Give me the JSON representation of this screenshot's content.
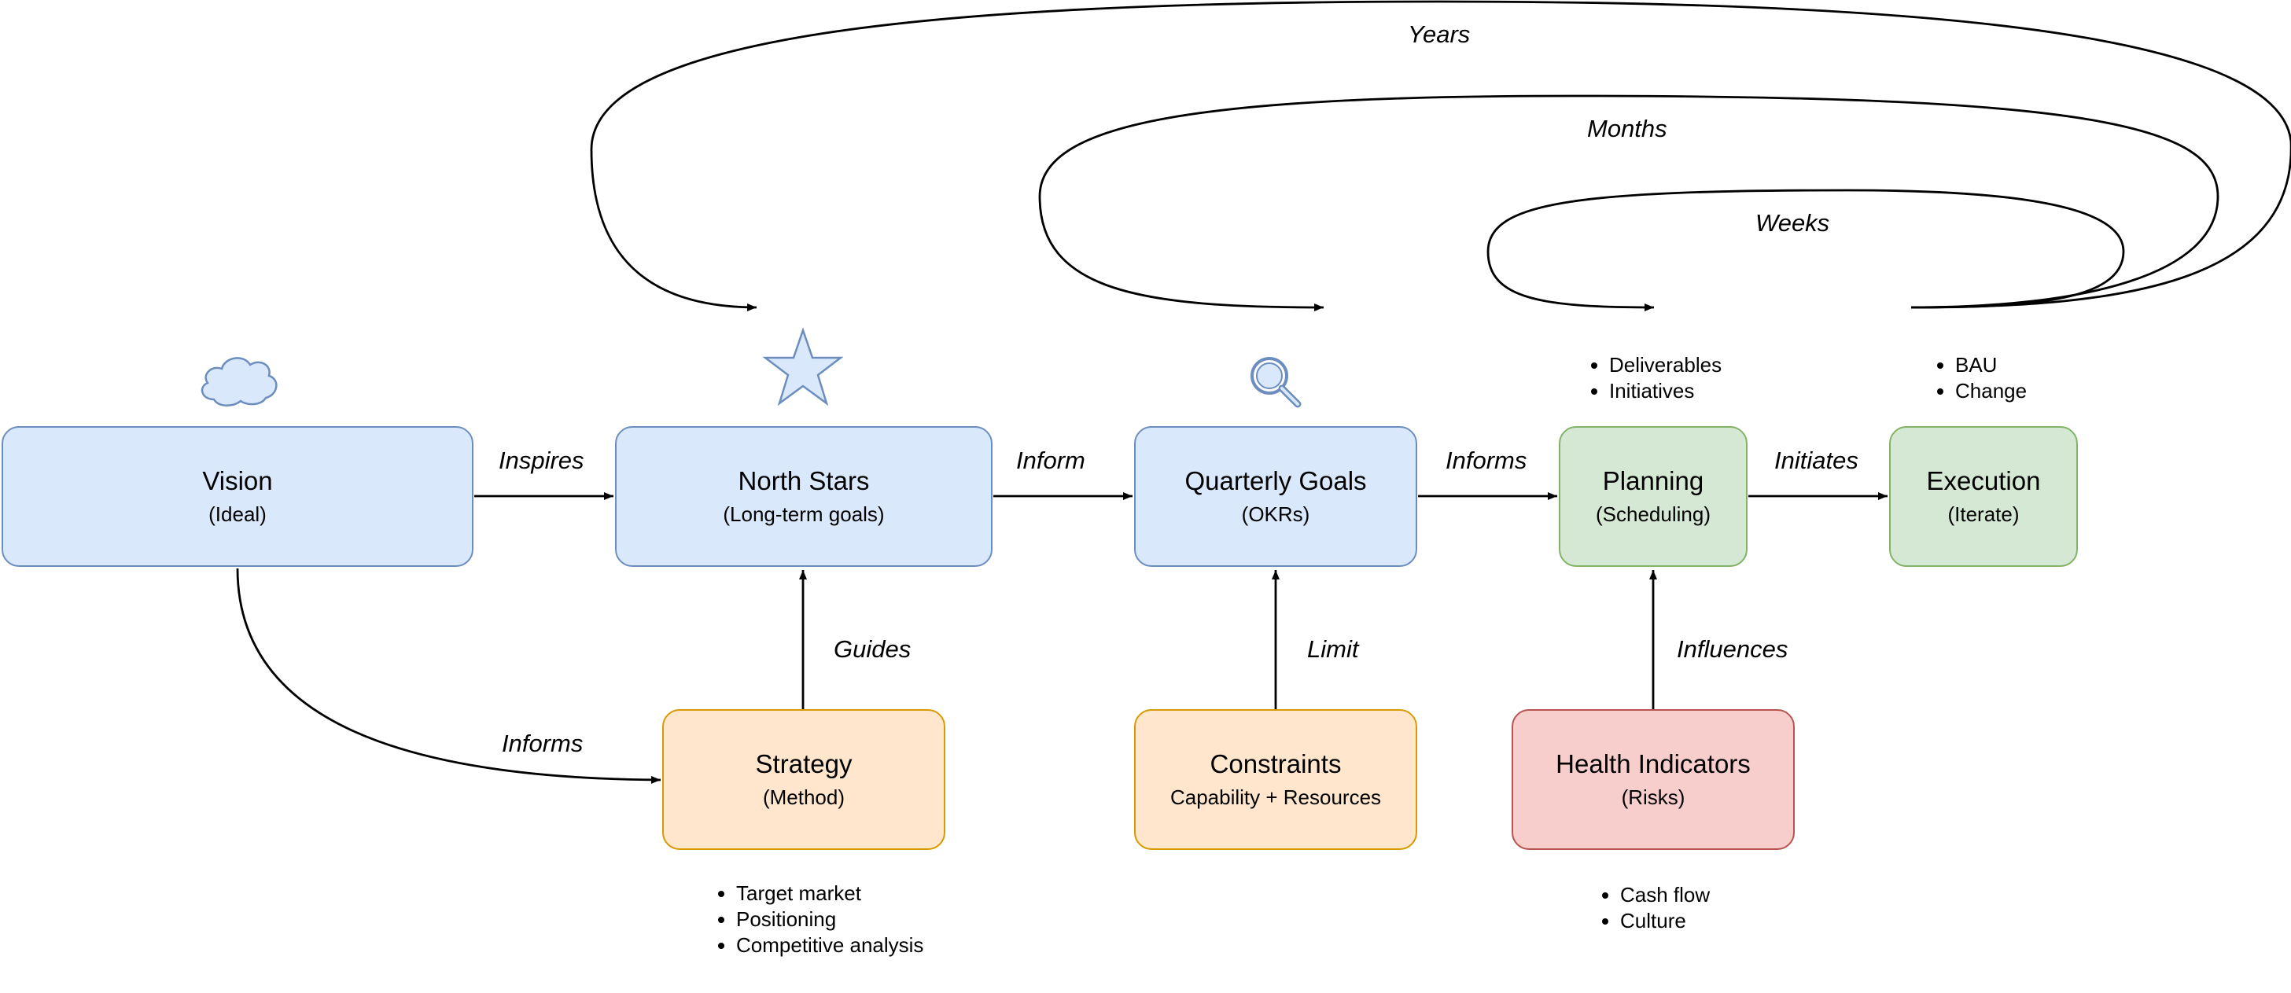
{
  "nodes": {
    "vision": {
      "title": "Vision",
      "subtitle": "(Ideal)"
    },
    "north_stars": {
      "title": "North Stars",
      "subtitle": "(Long-term goals)"
    },
    "quarterly_goals": {
      "title": "Quarterly Goals",
      "subtitle": "(OKRs)"
    },
    "planning": {
      "title": "Planning",
      "subtitle": "(Scheduling)"
    },
    "execution": {
      "title": "Execution",
      "subtitle": "(Iterate)"
    },
    "strategy": {
      "title": "Strategy",
      "subtitle": "(Method)"
    },
    "constraints": {
      "title": "Constraints",
      "subtitle": "Capability + Resources"
    },
    "health_indicators": {
      "title": "Health Indicators",
      "subtitle": "(Risks)"
    }
  },
  "edge_labels": {
    "inspires": "Inspires",
    "inform": "Inform",
    "informs_top": "Informs",
    "initiates": "Initiates",
    "guides": "Guides",
    "limit": "Limit",
    "influences": "Influences",
    "informs_bottom": "Informs",
    "years": "Years",
    "months": "Months",
    "weeks": "Weeks"
  },
  "lists": {
    "planning_items": [
      "Deliverables",
      "Initiatives"
    ],
    "execution_items": [
      "BAU",
      "Change"
    ],
    "strategy_items": [
      "Target market",
      "Positioning",
      "Competitive analysis"
    ],
    "health_items": [
      "Cash flow",
      "Culture"
    ]
  },
  "icons": {
    "vision": "cloud-icon",
    "north_stars": "star-icon",
    "quarterly_goals": "magnifier-icon"
  },
  "colors": {
    "blue_fill": "#dae8fc",
    "blue_stroke": "#6c8ebf",
    "orange_fill": "#ffe6cc",
    "orange_stroke": "#d79b00",
    "green_fill": "#d5e8d4",
    "green_stroke": "#82b366",
    "red_fill": "#f8cecc",
    "red_stroke": "#b85450"
  }
}
